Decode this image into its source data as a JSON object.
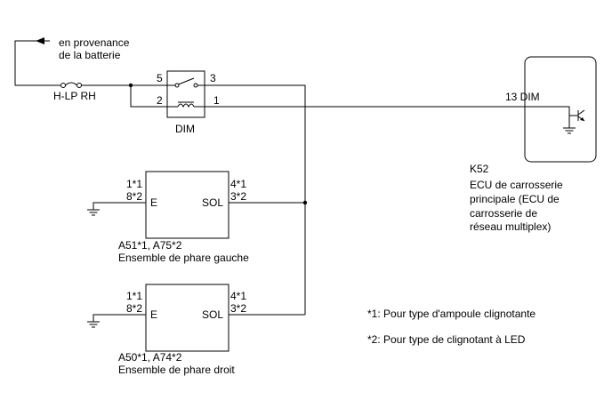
{
  "battery_label": {
    "line1": "en provenance",
    "line2": "de la batterie"
  },
  "fuse_label": "H-LP RH",
  "relay": {
    "name": "DIM",
    "pin_5": "5",
    "pin_3": "3",
    "pin_2": "2",
    "pin_1": "1"
  },
  "ecu": {
    "pin_label": "13 DIM",
    "code": "K52",
    "desc_line1": "ECU de carrosserie",
    "desc_line2": "principale (ECU de",
    "desc_line3": "carrosserie de",
    "desc_line4": "réseau multiplex)"
  },
  "headlamp_left": {
    "pin_e1": "1*1",
    "pin_e2": "8*2",
    "e_label": "E",
    "sol_label": "SOL",
    "pin_sol1": "4*1",
    "pin_sol2": "3*2",
    "code": "A51*1, A75*2",
    "name": "Ensemble de phare gauche"
  },
  "headlamp_right": {
    "pin_e1": "1*1",
    "pin_e2": "8*2",
    "e_label": "E",
    "sol_label": "SOL",
    "pin_sol1": "4*1",
    "pin_sol2": "3*2",
    "code": "A50*1, A74*2",
    "name": "Ensemble de phare droit"
  },
  "notes": {
    "note1": "*1: Pour type d'ampoule clignotante",
    "note2": "*2: Pour type de clignotant à LED"
  }
}
